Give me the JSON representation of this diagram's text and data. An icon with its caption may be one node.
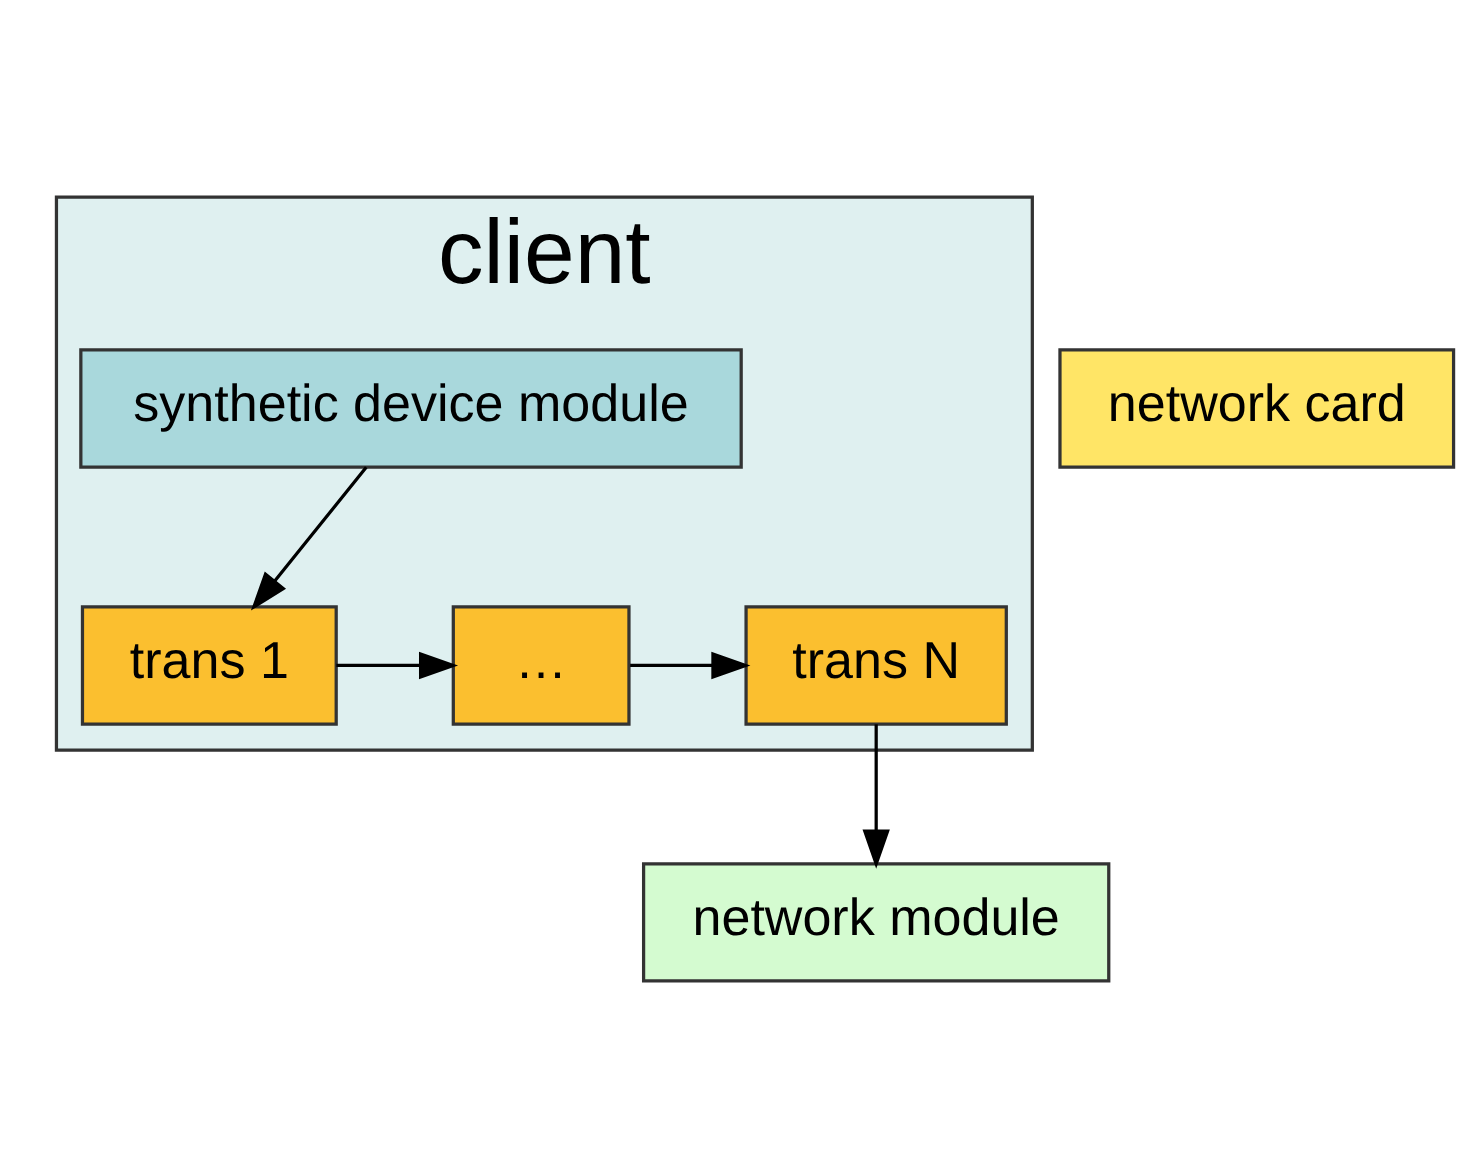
{
  "diagram": {
    "nodes": [
      {
        "text": [
          "client"
        ]
      },
      {
        "text": [
          "trans 1"
        ],
        "in": 0
      },
      {
        "text": [
          "…"
        ],
        "in": 0
      },
      {
        "text": [
          "trans N"
        ],
        "in": 0
      },
      {
        "text": [
          "synthetic device module"
        ],
        "in": 0
      },
      {
        "text": [
          "network module"
        ]
      },
      {
        "text": [
          "network card"
        ]
      }
    ],
    "edges": [
      {
        "from": 4,
        "to": 1,
        "arrow": "to"
      },
      {
        "from": 1,
        "to": 2,
        "arrow": "to"
      },
      {
        "from": 2,
        "to": 3,
        "arrow": "to"
      },
      {
        "from": 3,
        "to": 5,
        "arrow": "to"
      }
    ]
  }
}
